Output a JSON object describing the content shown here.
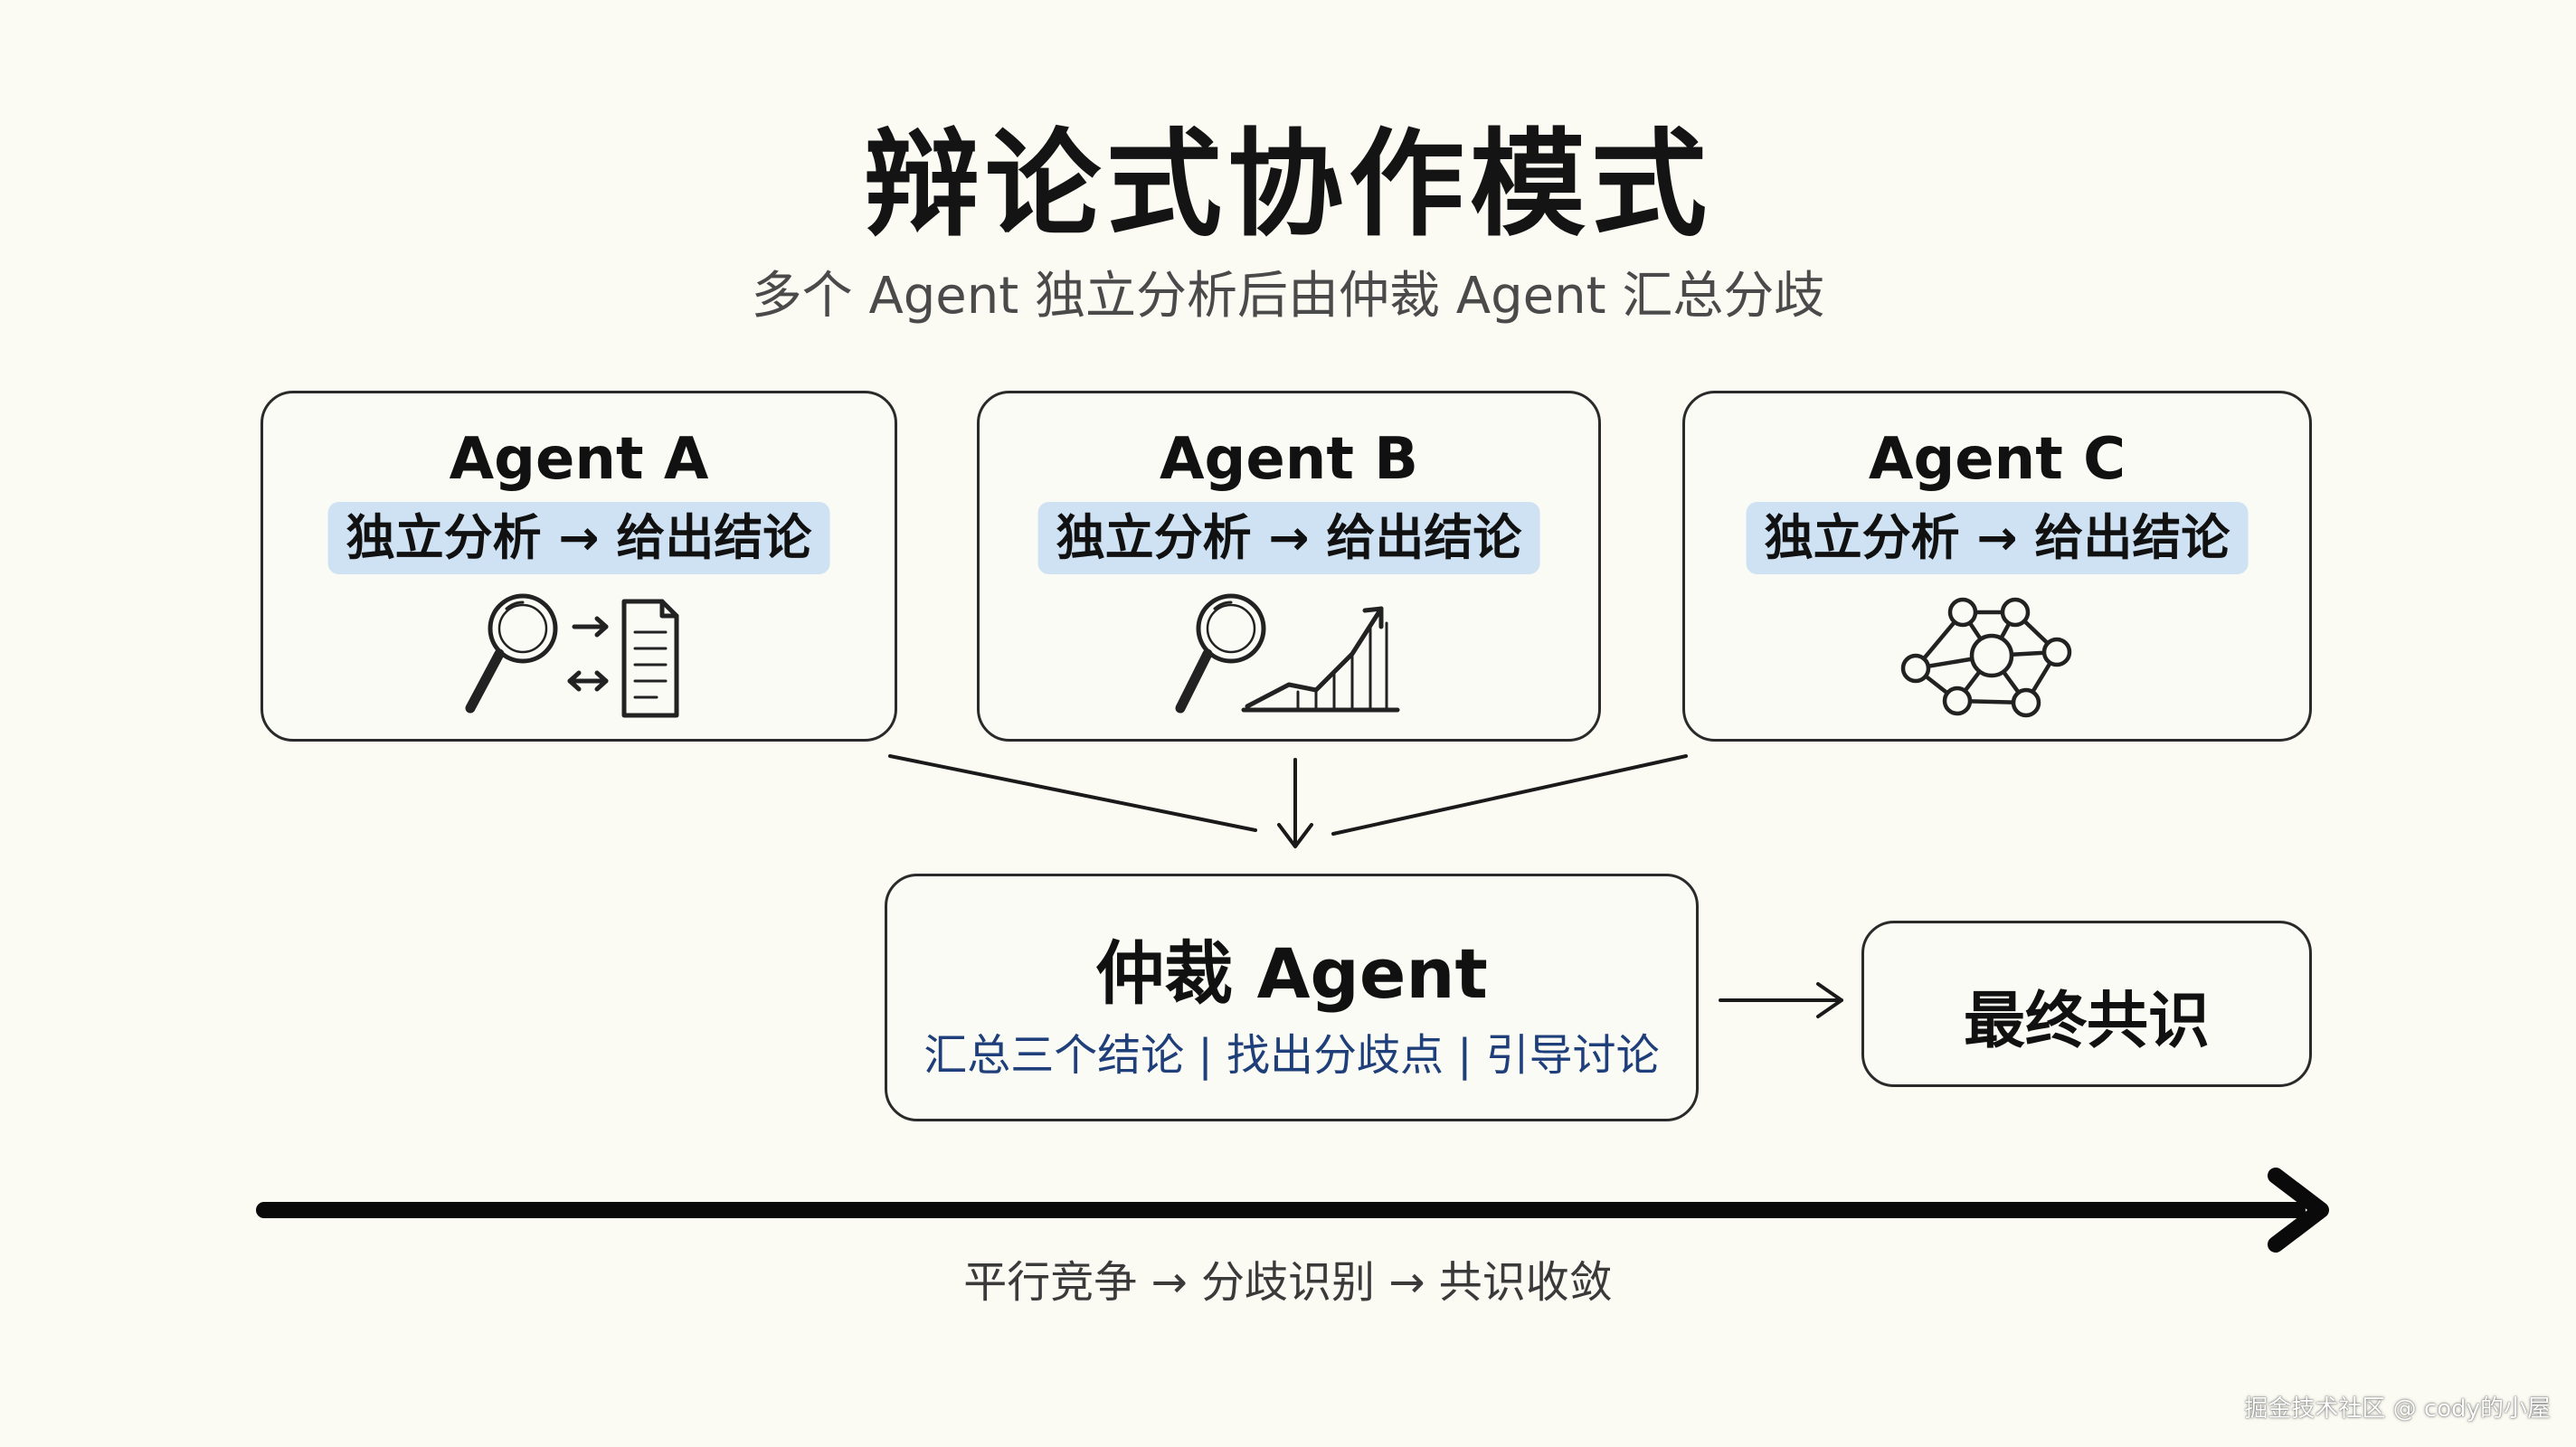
{
  "title": "辩论式协作模式",
  "subtitle": "多个 Agent 独立分析后由仲裁 Agent 汇总分歧",
  "agents": [
    {
      "name": "Agent A",
      "task": "独立分析 → 给出结论",
      "icon": "search-document-icon"
    },
    {
      "name": "Agent B",
      "task": "独立分析 → 给出结论",
      "icon": "search-growth-chart-icon"
    },
    {
      "name": "Agent C",
      "task": "独立分析 → 给出结论",
      "icon": "network-nodes-icon"
    }
  ],
  "arbiter": {
    "title": "仲裁 Agent",
    "description": "汇总三个结论 | 找出分歧点 | 引导讨论"
  },
  "consensus": {
    "label": "最终共识"
  },
  "timeline": {
    "caption": "平行竞争 → 分歧识别 → 共识收敛"
  },
  "watermark": "掘金技术社区 @ cody的小屋",
  "colors": {
    "background": "#fbfbf3",
    "pill_highlight": "#cfe2f3",
    "arbiter_text": "#1f3f7a",
    "stroke": "#2a2a2a"
  }
}
